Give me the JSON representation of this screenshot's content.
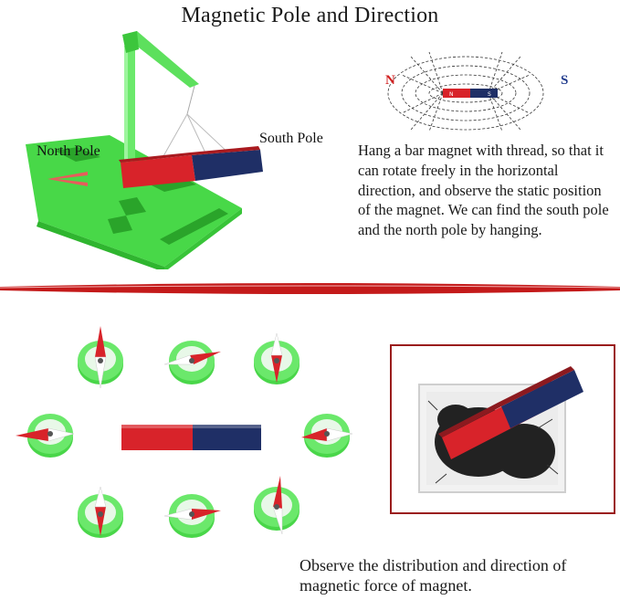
{
  "title": "Magnetic Pole and Direction",
  "labels": {
    "north_pole": "North Pole",
    "south_pole": "South Pole",
    "field_n": "N",
    "field_s": "S"
  },
  "description_top": "Hang a bar magnet with thread, so that it can rotate freely in the horizontal direction, and observe the static position of the magnet. We can find the south pole and the north pole by hanging.",
  "description_bottom": "Observe the distribution and direction of magnetic force of magnet.",
  "colors": {
    "north_red": "#d8232a",
    "south_blue": "#1f2f66",
    "stand_green": "#4ee04e",
    "divider_red": "#c41a1a",
    "frame_red": "#9a1c1c"
  },
  "icons": [
    "hanging-magnet-stand",
    "magnetic-field-diagram",
    "compass-icon",
    "bar-magnet-icon",
    "iron-filings-box"
  ]
}
